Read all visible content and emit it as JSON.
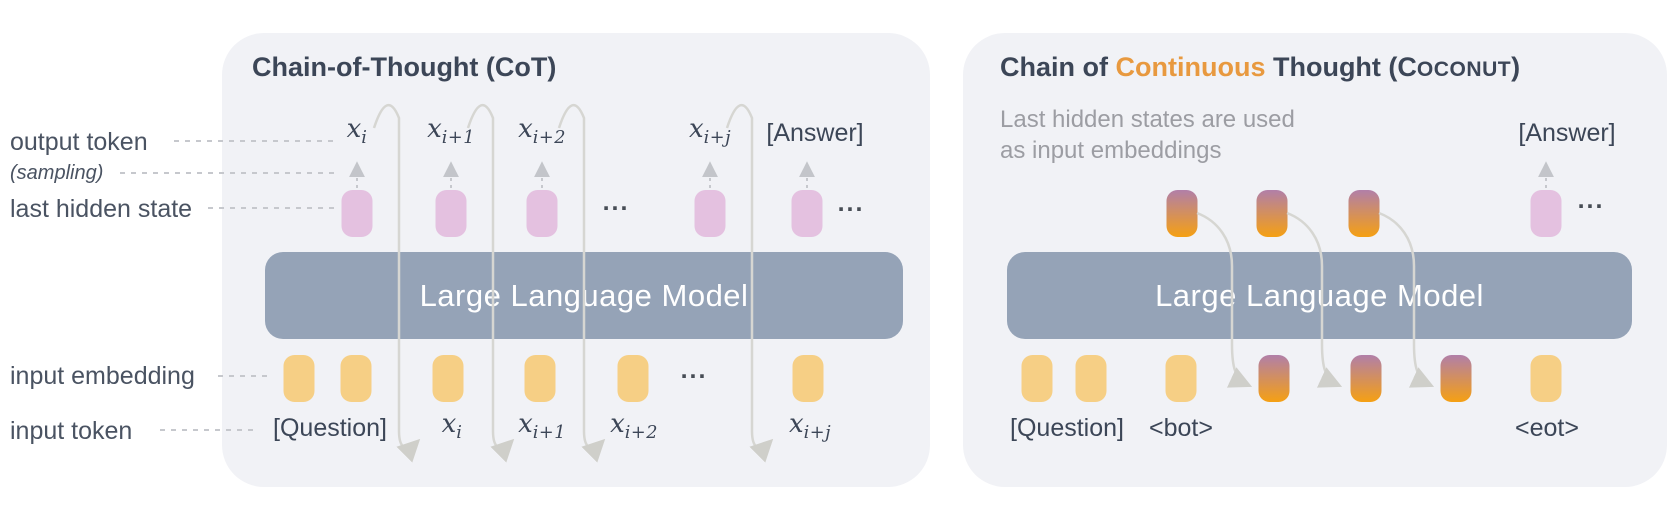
{
  "colors": {
    "page_bg": "#ffffff",
    "panel_bg": "#f1f2f6",
    "llm_bar": "#95a3b7",
    "llm_text": "#ffffff",
    "hidden_state_pink": "#e4c1e0",
    "input_embedding_yellow": "#f6cf85",
    "thought_gradient_top": "#b17fa8",
    "thought_gradient_bottom": "#f5a013",
    "title_text": "#3c4657",
    "label_text": "#4a5362",
    "muted_text": "#9c9da3",
    "continuous_orange": "#e8993f",
    "connector_gray": "#d2d2cf",
    "dash_gray": "#c6c8cd"
  },
  "side_labels": {
    "output_token": "output token",
    "sampling": "(sampling)",
    "last_hidden_state": "last hidden state",
    "input_embedding": "input embedding",
    "input_token": "input token"
  },
  "left_panel": {
    "title": "Chain-of-Thought (CoT)",
    "llm_label": "Large Language Model",
    "answer_label": "[Answer]",
    "question_label": "[Question]",
    "ellipsis": "...",
    "output_tokens": [
      {
        "base": "x",
        "sub": "i"
      },
      {
        "base": "x",
        "sub": "i+1"
      },
      {
        "base": "x",
        "sub": "i+2"
      },
      {
        "base": "x",
        "sub": "i+j"
      }
    ],
    "input_tokens": [
      {
        "base": "x",
        "sub": "i"
      },
      {
        "base": "x",
        "sub": "i+1"
      },
      {
        "base": "x",
        "sub": "i+2"
      },
      {
        "base": "x",
        "sub": "i+j"
      }
    ]
  },
  "right_panel": {
    "title_prefix": "Chain of ",
    "title_highlight": "Continuous",
    "title_mid": " Thought (",
    "brand_initial": "C",
    "brand_rest": "OCONUT",
    "title_close": ")",
    "subtitle_line1": "Last hidden states are used",
    "subtitle_line2": "as input embeddings",
    "llm_label": "Large Language Model",
    "answer_label": "[Answer]",
    "question_label": "[Question]",
    "bot_label": "<bot>",
    "eot_label": "<eot>",
    "ellipsis": "..."
  }
}
